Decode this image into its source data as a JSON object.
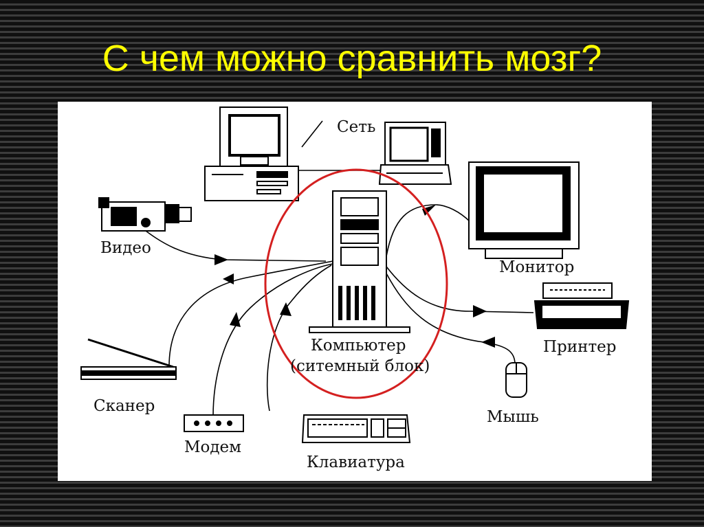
{
  "slide": {
    "title": "С чем можно сравнить мозг?"
  },
  "diagram": {
    "labels": {
      "network": "Сеть",
      "video": "Видео",
      "monitor": "Монитор",
      "computer": "Компьютер",
      "system_unit": "(ситемный блок)",
      "printer": "Принтер",
      "scanner": "Сканер",
      "modem": "Модем",
      "keyboard": "Клавиатура",
      "mouse": "Мышь"
    },
    "colors": {
      "highlight_ellipse": "#d42020",
      "title": "#ffff00",
      "lines": "#000000"
    }
  }
}
